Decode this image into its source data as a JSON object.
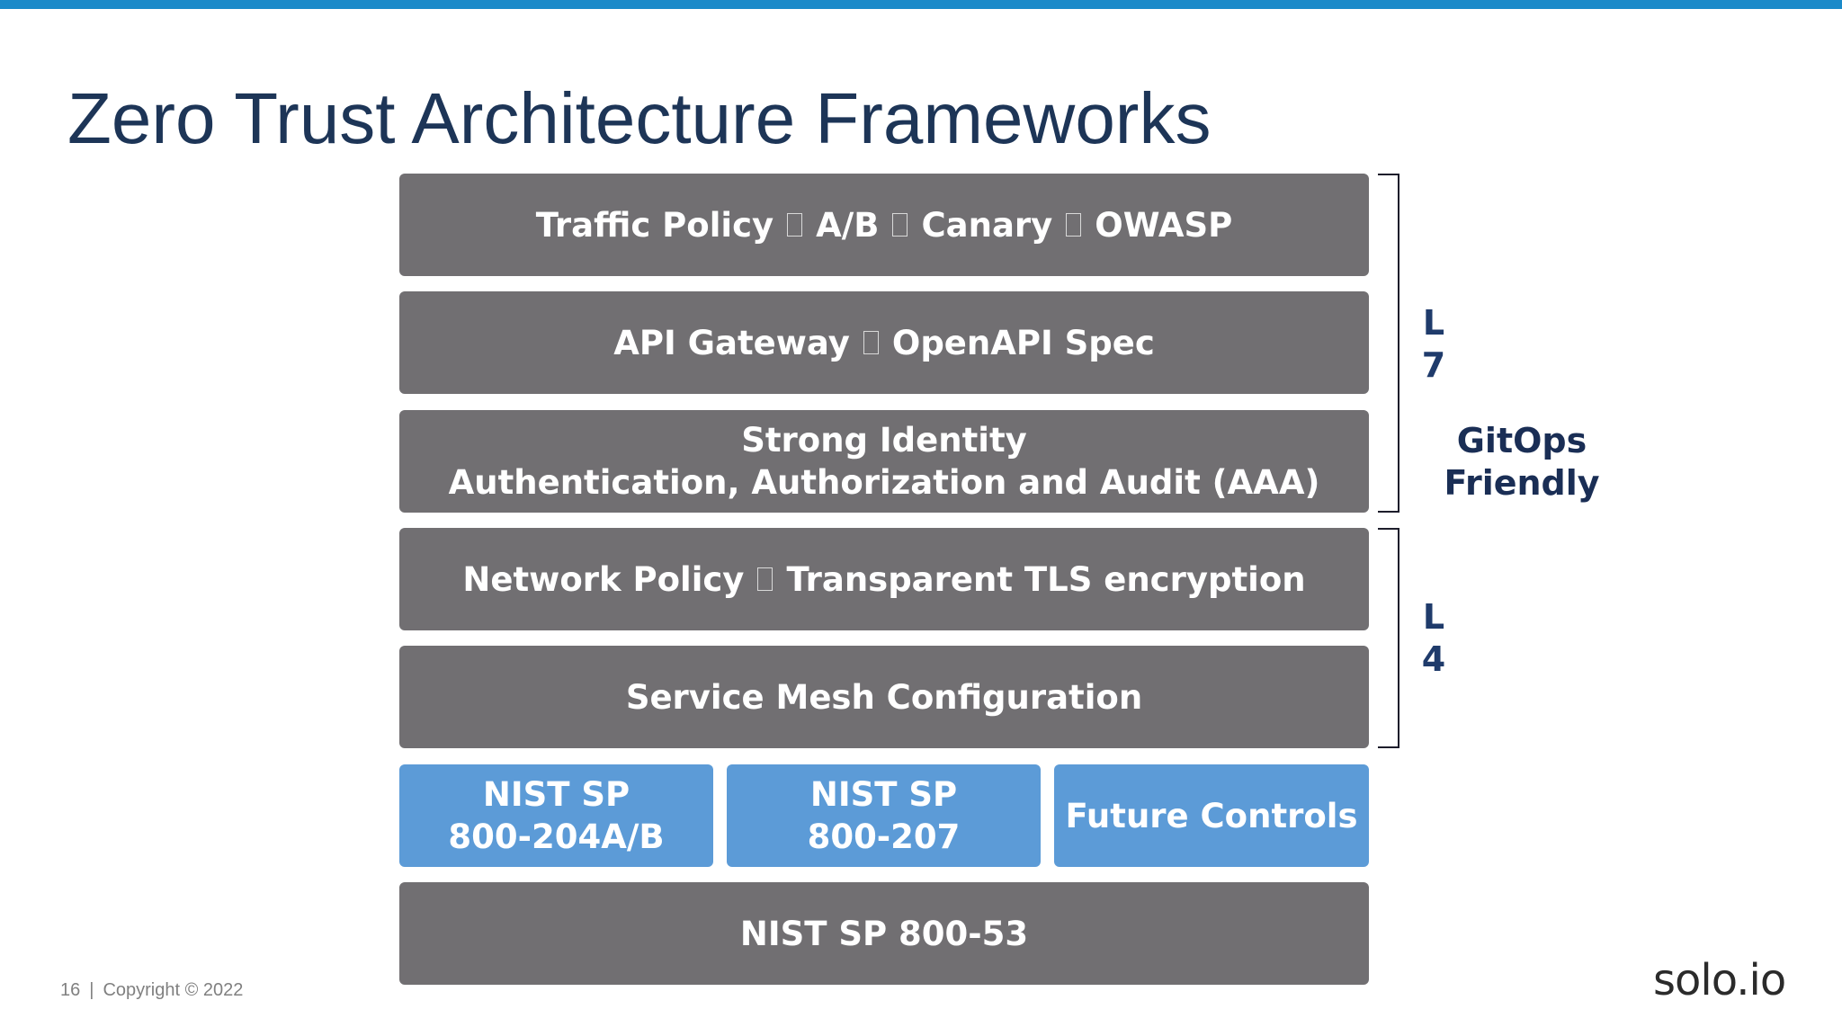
{
  "slide": {
    "title": "Zero Trust Architecture Frameworks",
    "page_number": "16",
    "separator": "|",
    "copyright": "Copyright © 2022",
    "logo_text": "solo.io"
  },
  "stack": {
    "traffic": {
      "parts": [
        "Traffic Policy",
        "A/B",
        "Canary",
        "OWASP"
      ]
    },
    "api": {
      "parts": [
        "API Gateway",
        "OpenAPI Spec"
      ]
    },
    "identity": {
      "line1": "Strong Identity",
      "line2": "Authentication, Authorization and Audit (AAA)"
    },
    "network": {
      "parts": [
        "Network Policy",
        "Transparent TLS encryption"
      ]
    },
    "mesh": {
      "label": "Service Mesh Configuration"
    },
    "nist_204": {
      "line1": "NIST SP",
      "line2": "800-204A/B"
    },
    "nist_207": {
      "line1": "NIST SP",
      "line2": "800-207"
    },
    "future": {
      "label": "Future Controls"
    },
    "nist_53": {
      "label": "NIST SP 800-53"
    }
  },
  "layers": {
    "l7": [
      "L",
      "7"
    ],
    "l4": [
      "L",
      "4"
    ]
  },
  "gitops": {
    "line1": "GitOps",
    "line2": "Friendly"
  },
  "colors": {
    "accent_bar": "#1b8ac9",
    "title": "#1d3557",
    "gray_block": "#716f72",
    "blue_block": "#5c9bd7",
    "layer_text": "#1f3b6b"
  }
}
